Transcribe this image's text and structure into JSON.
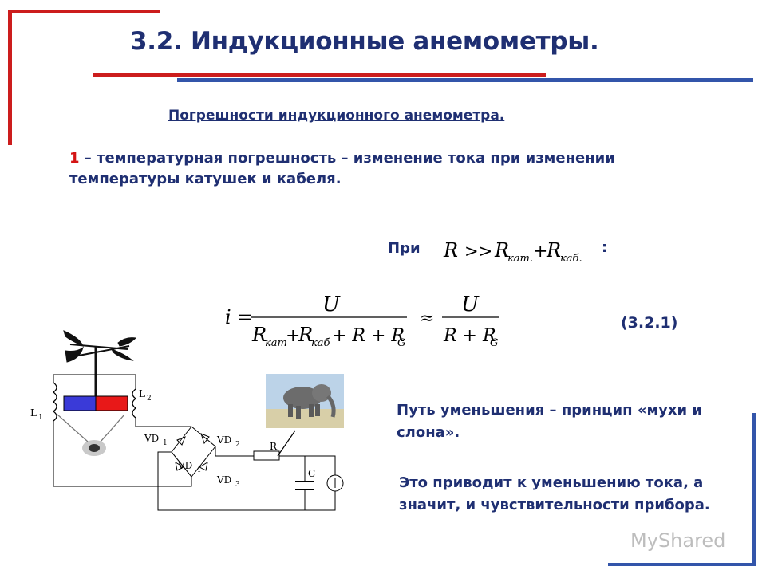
{
  "slide": {
    "title": "3.2. Индукционные анемометры.",
    "subtitle": "Погрешности индукционного анемометра.",
    "item_number": "1",
    "item_text": " – температурная погрешность – изменение тока при изменении температуры катушек и кабеля.",
    "condition_prefix": "При",
    "condition_suffix": ":",
    "equation_number": "(3.2.1)",
    "reduction_text": "Путь уменьшения – принцип «мухи и слона».",
    "consequence_text": "Это приводит к уменьшению тока, а значит, и чувствительности прибора."
  },
  "formula_condition": {
    "lhs": "R",
    "op": ">>",
    "r1": "R",
    "r1_sub": "кат.",
    "plus": "+",
    "r2": "R",
    "r2_sub": "каб."
  },
  "formula_current": {
    "lhs": "i =",
    "num1": "U",
    "den1_a": "R",
    "den1_a_sub": "кат",
    "den1_b": "R",
    "den1_b_sub": "каб",
    "den1_c": "+ R + R",
    "den1_c_sub": "G",
    "approx": "≈",
    "num2": "U",
    "den2": "R + R",
    "den2_sub": "G"
  },
  "circuit": {
    "labels": {
      "l1": "L",
      "l1_sub": "1",
      "l2": "L",
      "l2_sub": "2",
      "vd1": "VD",
      "vd1_sub": "1",
      "vd2": "VD",
      "vd2_sub": "2",
      "vd3": "VD",
      "vd3_sub": "3",
      "vd4": "VD",
      "vd4_sub": "4",
      "r": "R",
      "c": "C"
    },
    "magnet_colors": [
      "#3a3ad8",
      "#e81818"
    ]
  },
  "watermark": "MyShared",
  "colors": {
    "text": "#1f2f72",
    "accent_red": "#d41414",
    "frame_red": "#cc1d1d",
    "frame_blue": "#3355aa"
  }
}
